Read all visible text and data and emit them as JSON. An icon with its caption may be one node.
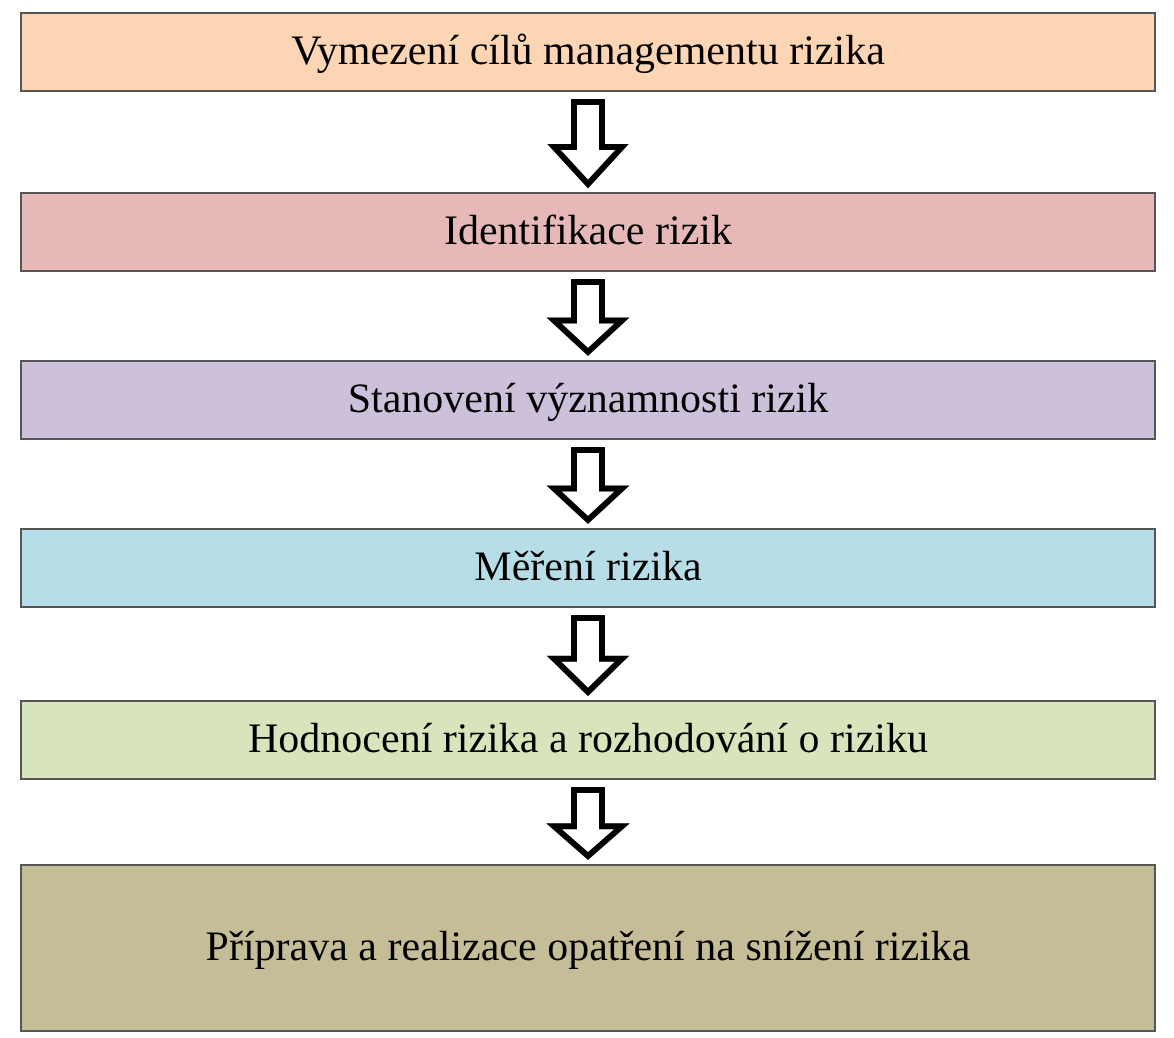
{
  "diagram": {
    "nodes": [
      {
        "text": [
          "Vymezení cílů managementu rizika"
        ]
      },
      {
        "text": [
          "Identifikace rizik"
        ]
      },
      {
        "text": [
          "Stanovení významnosti rizik"
        ]
      },
      {
        "text": [
          "Měření rizika"
        ]
      },
      {
        "text": [
          "Hodnocení rizika a rozhodování o riziku"
        ]
      },
      {
        "text": [
          "Příprava a realizace opatření na snížení rizika"
        ]
      }
    ],
    "edges": [
      {
        "from": 0,
        "to": 1,
        "arrow": "to"
      },
      {
        "from": 1,
        "to": 2,
        "arrow": "to"
      },
      {
        "from": 2,
        "to": 3,
        "arrow": "to"
      },
      {
        "from": 3,
        "to": 4,
        "arrow": "to"
      },
      {
        "from": 4,
        "to": 5,
        "arrow": "to"
      }
    ]
  }
}
